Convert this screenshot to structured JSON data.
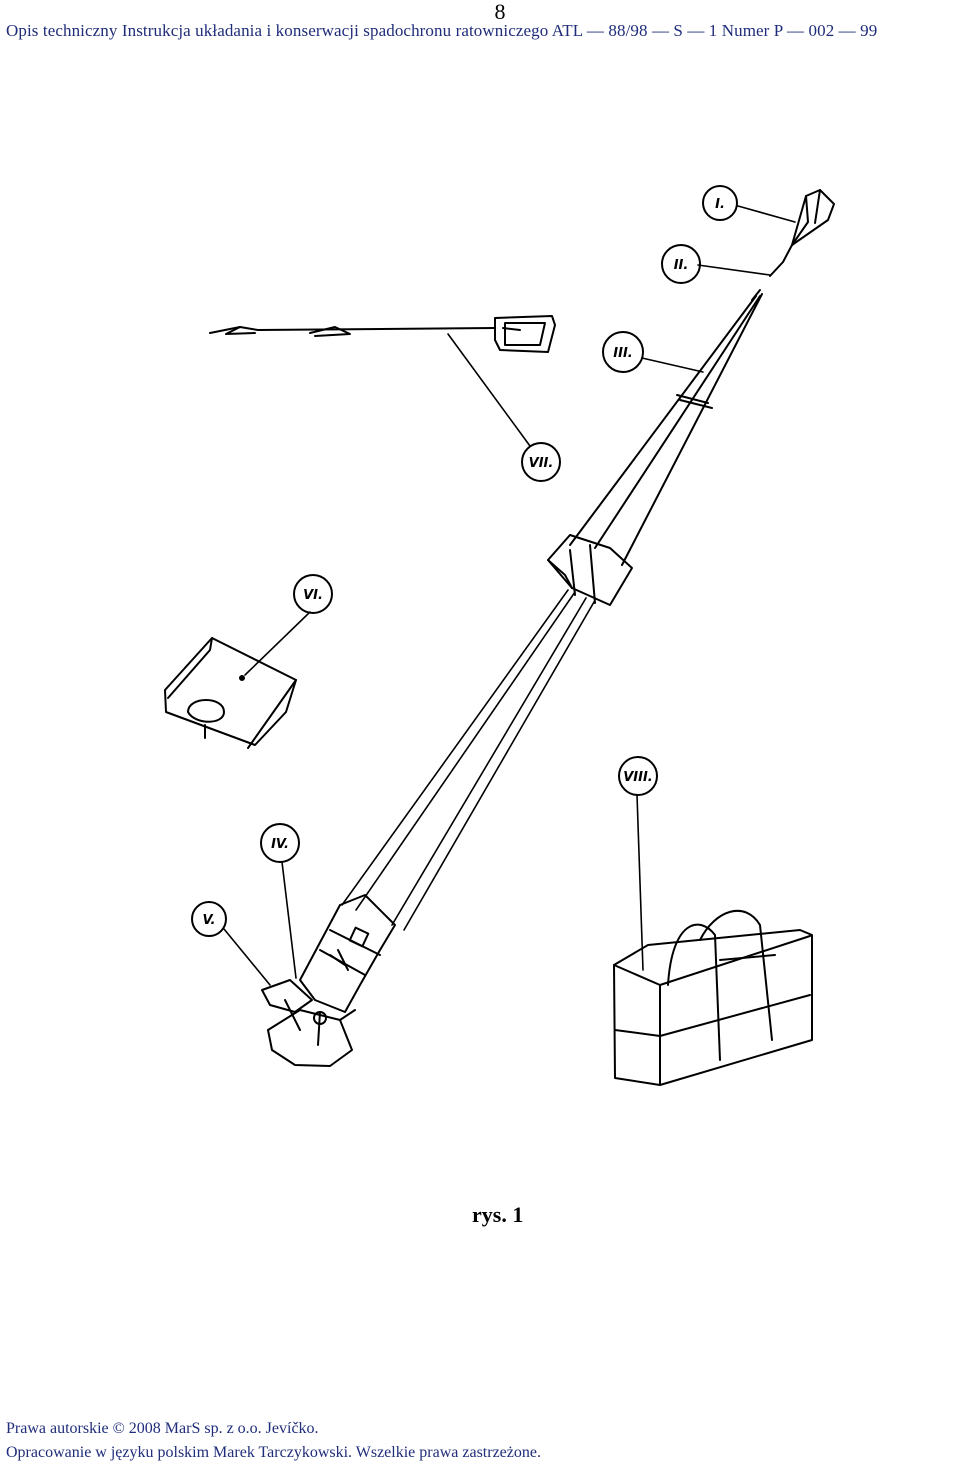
{
  "page": {
    "number": "8"
  },
  "header": {
    "text": "Opis techniczny Instrukcja układania i konserwacji spadochronu ratowniczego ATL — 88/98 — S — 1    Numer  P — 002 — 99"
  },
  "figure": {
    "labels": {
      "i": "I.",
      "ii": "II.",
      "iii": "III.",
      "iv": "IV.",
      "v": "V.",
      "vi": "VI.",
      "vii": "VII.",
      "viii": "VIII."
    },
    "caption": "rys. 1"
  },
  "footer": {
    "line1": "Prawa autorskie © 2008 MarS sp. z o.o.  Jevíčko.",
    "line2": "Opracowanie w języku polskim Marek Tarczykowski. Wszelkie prawa zastrzeżone."
  }
}
